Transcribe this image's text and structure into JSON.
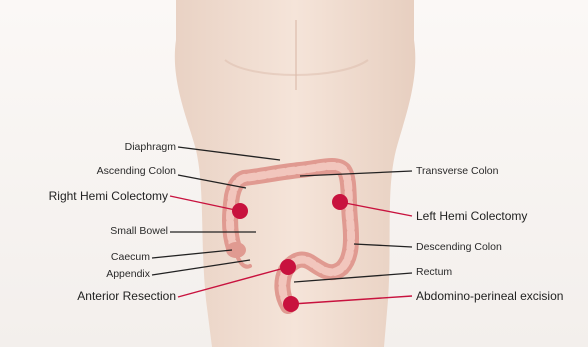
{
  "labels": {
    "diaphragm": "Diaphragm",
    "ascending_colon": "Ascending Colon",
    "right_hemi": "Right Hemi Colectomy",
    "small_bowel": "Small Bowel",
    "caecum": "Caecum",
    "appendix": "Appendix",
    "anterior_resection": "Anterior Resection",
    "transverse_colon": "Transverse Colon",
    "left_hemi": "Left Hemi Colectomy",
    "descending_colon": "Descending Colon",
    "rectum": "Rectum",
    "apr": "Abdomino-perineal excision"
  },
  "colors": {
    "skin": "#efd7c9",
    "bowel": "#e6a39a",
    "bowel_light": "#f1c2b8",
    "marker": "#c8123e",
    "leader": "#222222",
    "red_leader": "#c8123e"
  }
}
